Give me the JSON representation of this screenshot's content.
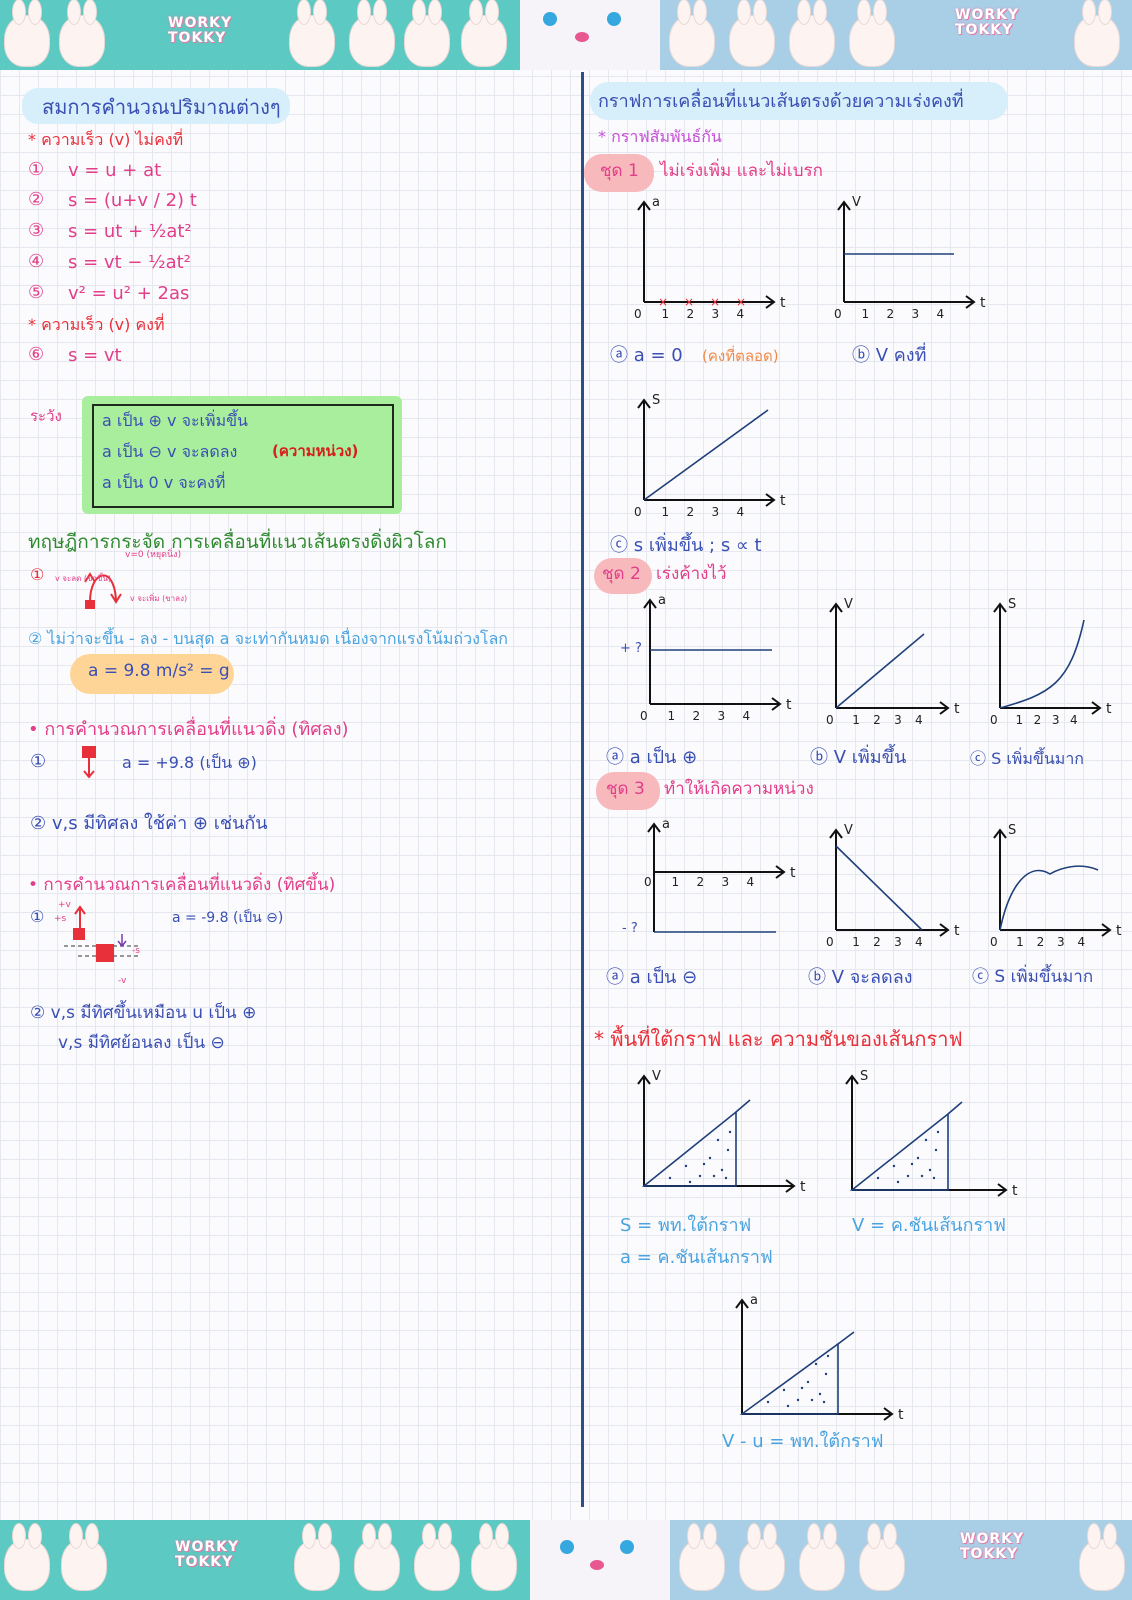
{
  "tape_brand": "WORKY\nTOKKY",
  "colors": {
    "blue": "#3a4fb3",
    "pink": "#e23e8a",
    "red": "#e8303a",
    "green": "#2f8a2f",
    "sky": "#4aa3e0",
    "navy": "#1f3f7a"
  },
  "left": {
    "title": "สมการคำนวณปริมาณต่างๆ",
    "v_not_const": "* ความเร็ว (v) ไม่คงที่",
    "equations": [
      {
        "num": "①",
        "text": "v = u + at"
      },
      {
        "num": "②",
        "text": "s = (u+v / 2) t"
      },
      {
        "num": "③",
        "text": "s = ut + ½at²"
      },
      {
        "num": "④",
        "text": "s = vt − ½at²"
      },
      {
        "num": "⑤",
        "text": "v² = u² + 2as"
      }
    ],
    "v_const": "* ความเร็ว (v) คงที่",
    "eq6": {
      "num": "⑥",
      "text": "s = vt"
    },
    "caution_label": "ระวัง",
    "caution_lines": [
      {
        "text": "a เป็น ⊕   v จะเพิ่มขึ้น",
        "extra": ""
      },
      {
        "text": "a เป็น ⊖   v จะลดลง",
        "extra": "(ความหน่วง)"
      },
      {
        "text": "a เป็น 0   v จะคงที่",
        "extra": ""
      }
    ],
    "freefall_title": "ทฤษฎีการกระจัด  การเคลื่อนที่แนวเส้นตรงดิ่งผิวโลก",
    "ff_note_top": "v=0 (หยุดนิ่ง)",
    "ff_note_left": "v จะลด (ขาขึ้น)",
    "ff_note_right": "v จะเพิ่ม (ขาลง)",
    "ff_item2": "② ไม่ว่าจะขึ้น - ลง - บนสุด  a จะเท่ากันหมด  เนื่องจากแรงโน้มถ่วงโลก",
    "ff_g": "a = 9.8  m/s²  = g",
    "down_title": "• การคำนวณการเคลื่อนที่แนวดิ่ง (ทิศลง)",
    "down_item1": "a = +9.8  (เป็น ⊕)",
    "down_item2": "② v,s  มีทิศลง ใช้ค่า ⊕ เช่นกัน",
    "up_title": "• การคำนวณการเคลื่อนที่แนวดิ่ง (ทิศขึ้น)",
    "up_item1": "a = -9.8  (เป็น ⊖)",
    "up_diag_pv": "+v",
    "up_diag_ps": "+s",
    "up_diag_ns": "-s",
    "up_diag_nv": "-v",
    "up_item2a": "② v,s  มีทิศขึ้นเหมือน u เป็น ⊕",
    "up_item2b": "v,s  มีทิศย้อนลง  เป็น ⊖"
  },
  "right": {
    "title": "กราฟการเคลื่อนที่แนวเส้นตรงด้วยความเร่งคงที่",
    "rel_title": "* กราฟสัมพันธ์กัน",
    "set1_label": "ชุด 1",
    "set1_desc": "ไม่เร่งเพิ่ม และไม่เบรก",
    "set1_cap_a": "ⓐ a = 0",
    "set1_cap_a_extra": "(คงที่ตลอด)",
    "set1_cap_b": "ⓑ V คงที่",
    "set1_cap_c": "ⓒ s เพิ่มขึ้น ; s ∝ t",
    "set2_label": "ชุด 2",
    "set2_desc": "เร่งค้างไว้",
    "set2_plus": "+ ?",
    "set2_cap_a": "ⓐ a เป็น ⊕",
    "set2_cap_b": "ⓑ V เพิ่มขึ้น",
    "set2_cap_c": "ⓒ S เพิ่มขึ้นมาก",
    "set3_label": "ชุด 3",
    "set3_desc": "ทำให้เกิดความหน่วง",
    "set3_minus": "- ?",
    "set3_cap_a": "ⓐ a เป็น ⊖",
    "set3_cap_b": "ⓑ V จะลดลง",
    "set3_cap_c": "ⓒ S เพิ่มขึ้นมาก",
    "area_title": "* พื้นที่ใต้กราฟ และ ความชันของเส้นกราฟ",
    "area_cap1a": "S  = พท.ใต้กราฟ",
    "area_cap1b": "a  = ค.ชันเส้นกราฟ",
    "area_cap2": "V = ค.ชันเส้นกราฟ",
    "area_cap3": "V - u  = พท.ใต้กราฟ"
  },
  "axis": {
    "a": "a",
    "v": "V",
    "s": "S",
    "t": "t",
    "o": "0",
    "ticks": [
      "1",
      "2",
      "3",
      "4"
    ]
  }
}
